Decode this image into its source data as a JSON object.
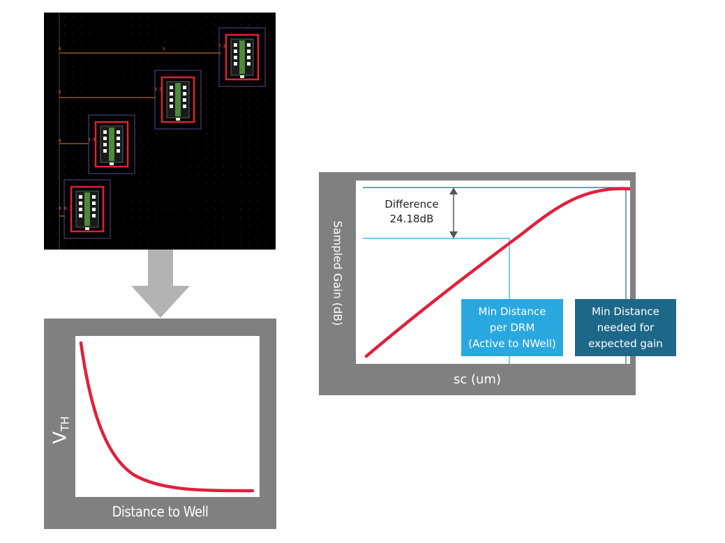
{
  "layout_panel": {
    "ruler_labels": [
      "0",
      "5",
      "7.6",
      "0",
      "4.5",
      "0",
      "3.4",
      "0",
      "0.3"
    ]
  },
  "vth_chart": {
    "ylabel_main": "V",
    "ylabel_sub": "TH",
    "xlabel": "Distance to Well",
    "curve_color": "#e0203c"
  },
  "gain_chart": {
    "ylabel": "Sampled Gain  (dB)",
    "xlabel": "sc (um)",
    "difference_label": "Difference",
    "difference_value": "24.18dB",
    "callout_drm": {
      "line1": "Min Distance",
      "line2": "per DRM",
      "line3": "(Active to NWell)"
    },
    "callout_expected": {
      "line1": "Min Distance",
      "line2": "needed for",
      "line3": "expected gain"
    },
    "curve_color": "#e0203c",
    "line_color": "#29a8e0",
    "marker_line_color": "#1d6889"
  }
}
